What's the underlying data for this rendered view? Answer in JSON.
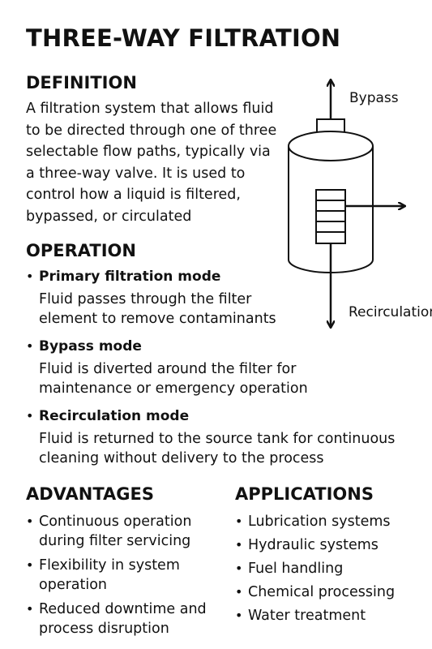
{
  "title": "THREE-WAY FILTRATION",
  "definition": {
    "heading": "DEFINITION",
    "lines": [
      "A filtration system that allows fluid",
      "to be directed through one of three",
      "selectable flow paths, typically via",
      "a three-way valve. It is used to",
      "control how a liquid is filtered,",
      "bypassed, or circulated"
    ]
  },
  "operation": {
    "heading": "OPERATION",
    "items": [
      {
        "title": "Primary filtration mode",
        "lines": [
          "Fluid passes through the filter",
          "element to remove contaminants"
        ]
      },
      {
        "title": "Bypass mode",
        "lines": [
          "Fluid is diverted around the filter for",
          "maintenance or emergency operation"
        ]
      },
      {
        "title": "Recirculation mode",
        "lines": [
          "Fluid is returned to the source tank for continuous",
          "cleaning without delivery to the process"
        ]
      }
    ]
  },
  "advantages": {
    "heading": "ADVANTAGES",
    "items": [
      [
        "Continuous operation",
        "during filter servicing"
      ],
      [
        "Flexibility in system",
        "operation"
      ],
      [
        "Reduced downtime and",
        "process disruption"
      ]
    ]
  },
  "applications": {
    "heading": "APPLICATIONS",
    "items": [
      "Lubrication systems",
      "Hydraulic systems",
      "Fuel handling",
      "Chemical processing",
      "Water treatment"
    ]
  },
  "diagram": {
    "bypass_label": "Bypass",
    "recirculation_label": "Recirculation"
  }
}
